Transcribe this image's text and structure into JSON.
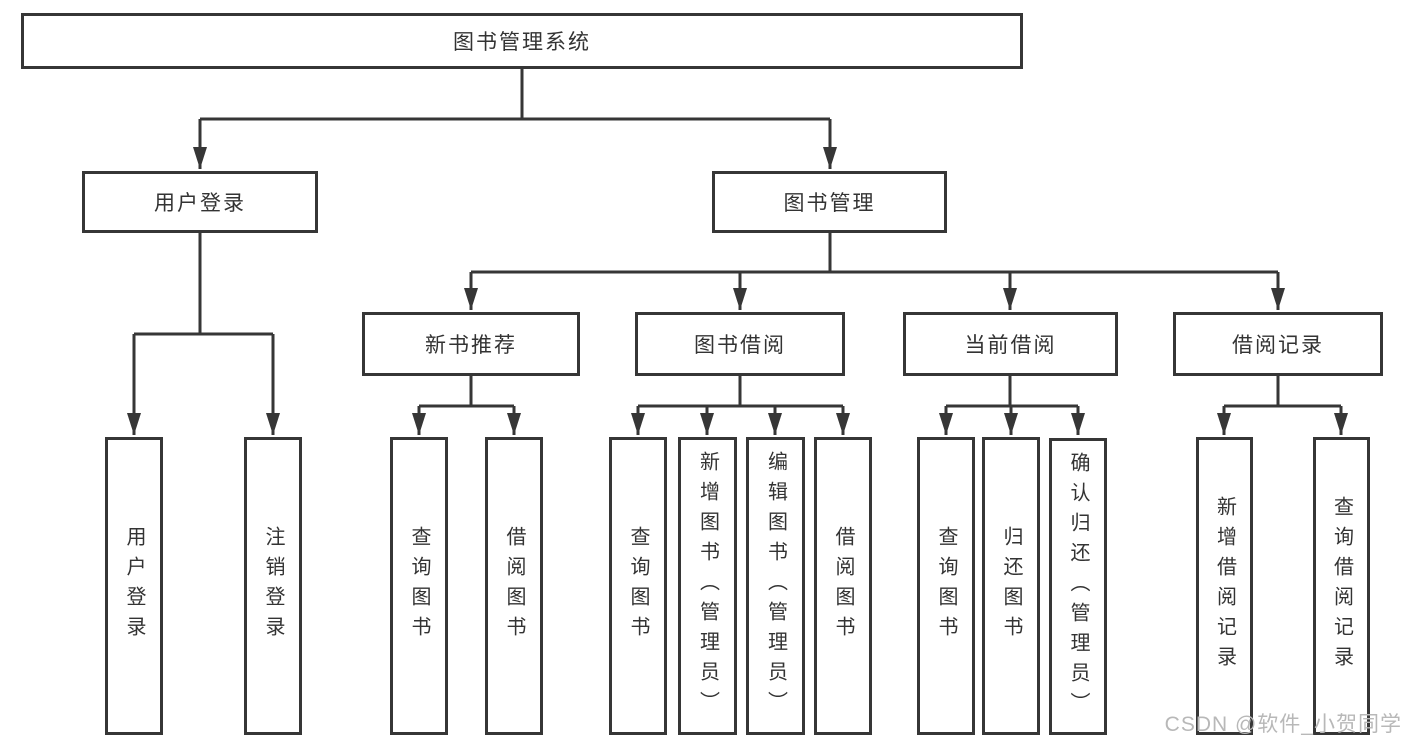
{
  "diagram": {
    "root": {
      "label": "图书管理系统"
    },
    "branches": [
      {
        "label": "用户登录",
        "leaves": [
          {
            "label": "用户登录"
          },
          {
            "label": "注销登录"
          }
        ]
      },
      {
        "label": "图书管理",
        "groups": [
          {
            "label": "新书推荐",
            "leaves": [
              {
                "label": "查询图书"
              },
              {
                "label": "借阅图书"
              }
            ]
          },
          {
            "label": "图书借阅",
            "leaves": [
              {
                "label": "查询图书"
              },
              {
                "label": "新增图书（管理员）"
              },
              {
                "label": "编辑图书（管理员）"
              },
              {
                "label": "借阅图书"
              }
            ]
          },
          {
            "label": "当前借阅",
            "leaves": [
              {
                "label": "查询图书"
              },
              {
                "label": "归还图书"
              },
              {
                "label": "确认归还（管理员）"
              }
            ]
          },
          {
            "label": "借阅记录",
            "leaves": [
              {
                "label": "新增借阅记录"
              },
              {
                "label": "查询借阅记录"
              }
            ]
          }
        ]
      }
    ]
  },
  "watermark": {
    "text": "CSDN @软件_小贺同学"
  },
  "colors": {
    "line": "#363636",
    "text": "#333333",
    "watermark": "#b8b8b8",
    "background": "#ffffff"
  }
}
